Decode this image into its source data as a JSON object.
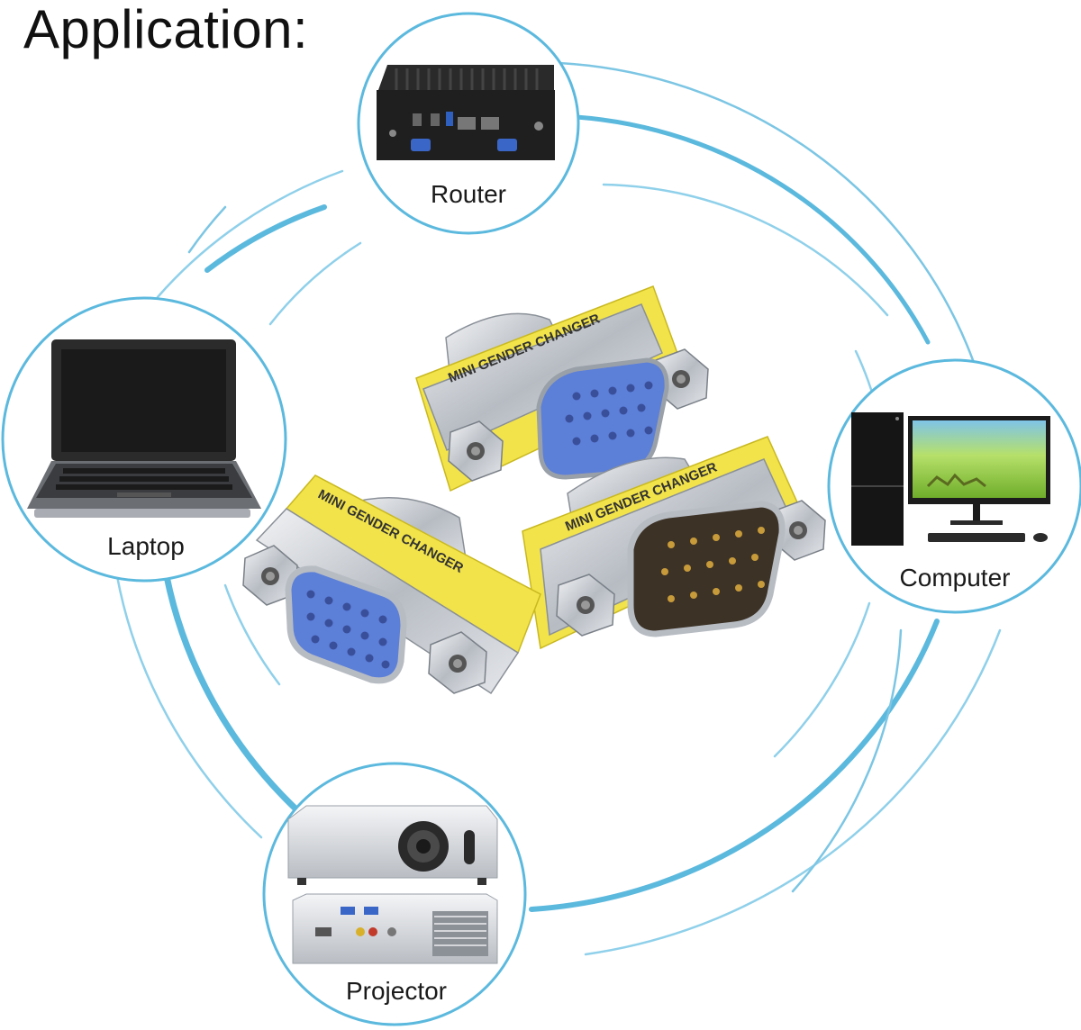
{
  "title": "Application:",
  "colors": {
    "ring": "#5cb9de",
    "ring_light": "#8fd0ea",
    "band": "#f2e34a",
    "metal": "#c8ccd2",
    "port_blue": "#5c7fd8",
    "pins": "#8a6a22"
  },
  "devices": [
    {
      "id": "router",
      "label": "Router",
      "icon": "router-icon"
    },
    {
      "id": "laptop",
      "label": "Laptop",
      "icon": "laptop-icon"
    },
    {
      "id": "computer",
      "label": "Computer",
      "icon": "desktop-computer-icon"
    },
    {
      "id": "projector",
      "label": "Projector",
      "icon": "projector-icon"
    }
  ],
  "adapters": [
    {
      "id": "adapter-top",
      "band_text": "MINI GENDER CHANGER",
      "type": "female"
    },
    {
      "id": "adapter-left",
      "band_text": "MINI GENDER CHANGER",
      "type": "female"
    },
    {
      "id": "adapter-right",
      "band_text": "MINI GENDER CHANGER",
      "type": "male"
    }
  ]
}
